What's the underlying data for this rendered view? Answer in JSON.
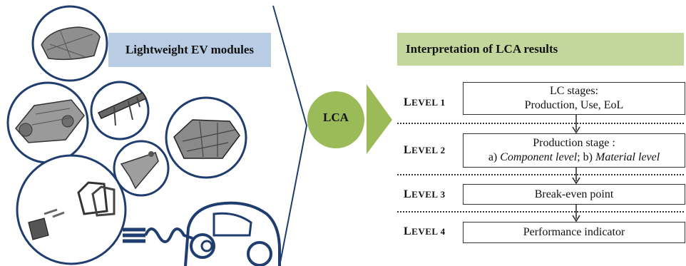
{
  "left_label": "Lightweight EV modules",
  "lca_label": "LCA",
  "right_label": "Interpretation of LCA results",
  "levels": [
    {
      "label_cap": "L",
      "label_rest": "EVEL 1",
      "line1": "LC stages:",
      "line2": "Production, Use, EoL"
    },
    {
      "label_cap": "L",
      "label_rest": "EVEL 2",
      "line1": "Production stage :",
      "line2_a": "a) ",
      "line2_a_italic": "Component level",
      "line2_b": "; b) ",
      "line2_b_italic": "Material level"
    },
    {
      "label_cap": "L",
      "label_rest": "EVEL 3",
      "line1": "Break-even point"
    },
    {
      "label_cap": "L",
      "label_rest": "EVEL 4",
      "line1": "Performance indicator"
    }
  ],
  "colors": {
    "circle_stroke": "#1f3d6e",
    "left_label_bg": "#b8cce4",
    "right_label_bg": "#c3d69b",
    "lca_fill": "#9bbb59"
  },
  "icons": [
    "car-hood-icon",
    "car-chassis-icon",
    "dashboard-beam-icon",
    "front-frame-icon",
    "suspension-arm-icon",
    "door-panels-icon",
    "ev-charging-car-icon"
  ]
}
